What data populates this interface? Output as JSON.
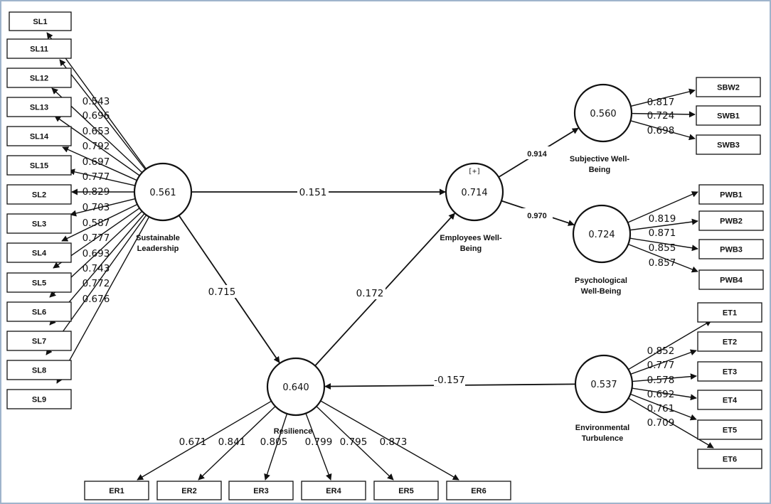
{
  "diagram": {
    "latents": [
      {
        "id": "SL",
        "value": "0.561",
        "name_lines": [
          "Sustainable",
          "Leadership"
        ],
        "badge": ""
      },
      {
        "id": "EWB",
        "value": "0.714",
        "name_lines": [
          "Employees Well-",
          "Being"
        ],
        "badge": "[+]"
      },
      {
        "id": "SWB",
        "value": "0.560",
        "name_lines": [
          "Subjective Well-",
          "Being"
        ],
        "badge": ""
      },
      {
        "id": "PWB",
        "value": "0.724",
        "name_lines": [
          "Psychological",
          "Well-Being"
        ],
        "badge": ""
      },
      {
        "id": "RES",
        "value": "0.640",
        "name_lines": [
          "Resilience"
        ],
        "badge": ""
      },
      {
        "id": "ET",
        "value": "0.537",
        "name_lines": [
          "Environmental",
          "Turbulence"
        ],
        "badge": ""
      }
    ],
    "indicators": [
      {
        "id": "SL1",
        "label": "SL1"
      },
      {
        "id": "SL11",
        "label": "SL11"
      },
      {
        "id": "SL12",
        "label": "SL12"
      },
      {
        "id": "SL13",
        "label": "SL13"
      },
      {
        "id": "SL14",
        "label": "SL14"
      },
      {
        "id": "SL15",
        "label": "SL15"
      },
      {
        "id": "SL2",
        "label": "SL2"
      },
      {
        "id": "SL3",
        "label": "SL3"
      },
      {
        "id": "SL4",
        "label": "SL4"
      },
      {
        "id": "SL5",
        "label": "SL5"
      },
      {
        "id": "SL6",
        "label": "SL6"
      },
      {
        "id": "SL7",
        "label": "SL7"
      },
      {
        "id": "SL8",
        "label": "SL8"
      },
      {
        "id": "SL9",
        "label": "SL9"
      },
      {
        "id": "SBW2",
        "label": "SBW2"
      },
      {
        "id": "SWB1",
        "label": "SWB1"
      },
      {
        "id": "SWB3",
        "label": "SWB3"
      },
      {
        "id": "PWB1",
        "label": "PWB1"
      },
      {
        "id": "PWB2",
        "label": "PWB2"
      },
      {
        "id": "PWB3",
        "label": "PWB3"
      },
      {
        "id": "PWB4",
        "label": "PWB4"
      },
      {
        "id": "ET1",
        "label": "ET1"
      },
      {
        "id": "ET2",
        "label": "ET2"
      },
      {
        "id": "ET3",
        "label": "ET3"
      },
      {
        "id": "ET4",
        "label": "ET4"
      },
      {
        "id": "ET5",
        "label": "ET5"
      },
      {
        "id": "ET6",
        "label": "ET6"
      },
      {
        "id": "ER1",
        "label": "ER1"
      },
      {
        "id": "ER2",
        "label": "ER2"
      },
      {
        "id": "ER3",
        "label": "ER3"
      },
      {
        "id": "ER4",
        "label": "ER4"
      },
      {
        "id": "ER5",
        "label": "ER5"
      },
      {
        "id": "ER6",
        "label": "ER6"
      }
    ],
    "paths": [
      {
        "from": "SL",
        "to": "EWB",
        "coef": "0.151"
      },
      {
        "from": "SL",
        "to": "RES",
        "coef": "0.715"
      },
      {
        "from": "RES",
        "to": "EWB",
        "coef": "0.172"
      },
      {
        "from": "EWB",
        "to": "SWB",
        "coef": "0.914"
      },
      {
        "from": "EWB",
        "to": "PWB",
        "coef": "0.970"
      },
      {
        "from": "ET",
        "to": "RES",
        "coef": "-0.157"
      }
    ],
    "loadings": [
      {
        "latent": "SL",
        "indicator": "SL11",
        "value": "0.543"
      },
      {
        "latent": "SL",
        "indicator": "SL12",
        "value": "0.696"
      },
      {
        "latent": "SL",
        "indicator": "SL13",
        "value": "0.653"
      },
      {
        "latent": "SL",
        "indicator": "SL14",
        "value": "0.792"
      },
      {
        "latent": "SL",
        "indicator": "SL15",
        "value": "0.697"
      },
      {
        "latent": "SL",
        "indicator": "SL1",
        "value": "0.777"
      },
      {
        "latent": "SL",
        "indicator": "SL2",
        "value": "0.829"
      },
      {
        "latent": "SL",
        "indicator": "SL3",
        "value": "0.703"
      },
      {
        "latent": "SL",
        "indicator": "SL4",
        "value": "0.587"
      },
      {
        "latent": "SL",
        "indicator": "SL5",
        "value": "0.777"
      },
      {
        "latent": "SL",
        "indicator": "SL6",
        "value": "0.693"
      },
      {
        "latent": "SL",
        "indicator": "SL7",
        "value": "0.743"
      },
      {
        "latent": "SL",
        "indicator": "SL8",
        "value": "0.772"
      },
      {
        "latent": "SL",
        "indicator": "SL9",
        "value": "0.676"
      },
      {
        "latent": "SWB",
        "indicator": "SBW2",
        "value": "0.817"
      },
      {
        "latent": "SWB",
        "indicator": "SWB1",
        "value": "0.724"
      },
      {
        "latent": "SWB",
        "indicator": "SWB3",
        "value": "0.698"
      },
      {
        "latent": "PWB",
        "indicator": "PWB1",
        "value": "0.819"
      },
      {
        "latent": "PWB",
        "indicator": "PWB2",
        "value": "0.871"
      },
      {
        "latent": "PWB",
        "indicator": "PWB3",
        "value": "0.855"
      },
      {
        "latent": "PWB",
        "indicator": "PWB4",
        "value": "0.857"
      },
      {
        "latent": "ET",
        "indicator": "ET1",
        "value": "0.852"
      },
      {
        "latent": "ET",
        "indicator": "ET2",
        "value": "0.777"
      },
      {
        "latent": "ET",
        "indicator": "ET3",
        "value": "0.578"
      },
      {
        "latent": "ET",
        "indicator": "ET4",
        "value": "0.692"
      },
      {
        "latent": "ET",
        "indicator": "ET5",
        "value": "0.761"
      },
      {
        "latent": "ET",
        "indicator": "ET6",
        "value": "0.709"
      },
      {
        "latent": "RES",
        "indicator": "ER1",
        "value": "0.671"
      },
      {
        "latent": "RES",
        "indicator": "ER2",
        "value": "0.841"
      },
      {
        "latent": "RES",
        "indicator": "ER3",
        "value": "0.805"
      },
      {
        "latent": "RES",
        "indicator": "ER4",
        "value": "0.799"
      },
      {
        "latent": "RES",
        "indicator": "ER5",
        "value": "0.795"
      },
      {
        "latent": "RES",
        "indicator": "ER6",
        "value": "0.873"
      }
    ]
  }
}
